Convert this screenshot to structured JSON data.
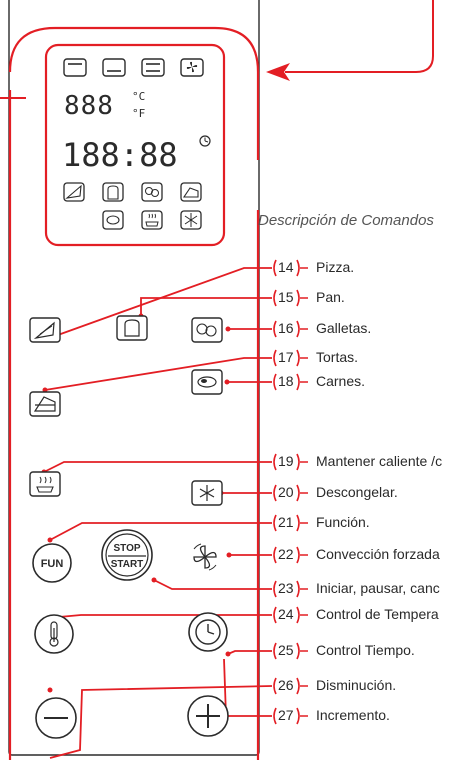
{
  "caption": "Descripción de Comandos",
  "display": {
    "temp_digits": "888",
    "temp_units": [
      "°C",
      "°F"
    ],
    "time_digits": "188:88"
  },
  "buttons": {
    "fun_label": "FUN",
    "stop_label": "STOP",
    "start_label": "START"
  },
  "legend": [
    {
      "num": "14",
      "text": "Pizza."
    },
    {
      "num": "15",
      "text": "Pan."
    },
    {
      "num": "16",
      "text": "Galletas."
    },
    {
      "num": "17",
      "text": "Tortas."
    },
    {
      "num": "18",
      "text": "Carnes."
    },
    {
      "num": "19",
      "text": "Mantener caliente /c"
    },
    {
      "num": "20",
      "text": "Descongelar."
    },
    {
      "num": "21",
      "text": "Función."
    },
    {
      "num": "22",
      "text": "Convección forzada"
    },
    {
      "num": "23",
      "text": "Iniciar, pausar, canc"
    },
    {
      "num": "24",
      "text": "Control de Tempera"
    },
    {
      "num": "25",
      "text": "Control Tiempo."
    },
    {
      "num": "26",
      "text": "Disminución."
    },
    {
      "num": "27",
      "text": "Incremento."
    }
  ],
  "colors": {
    "accent": "#e31e24",
    "panel": "#2b2b2b",
    "text": "#2a2a2a",
    "caption": "#555555"
  }
}
